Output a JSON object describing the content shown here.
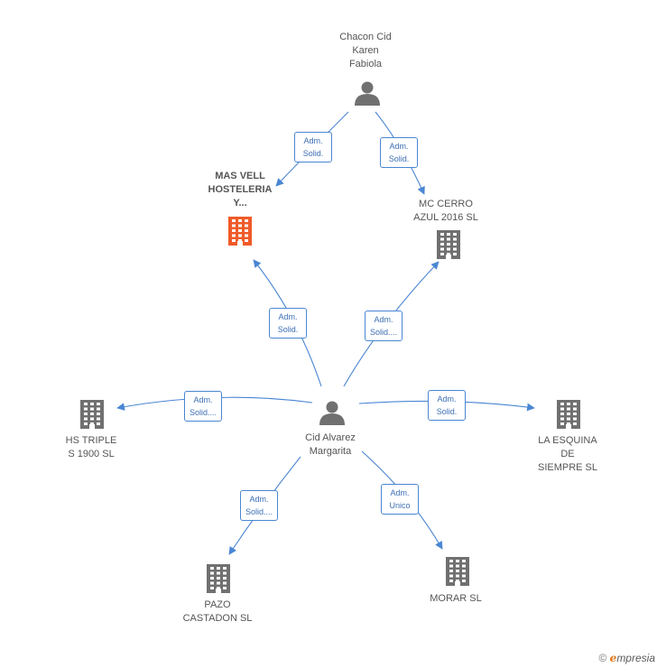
{
  "colors": {
    "edge": "#4a86d3",
    "person": "#707070",
    "company": "#707070",
    "highlight": "#f05a28"
  },
  "nodes": [
    {
      "id": "chacon",
      "type": "person",
      "label": "Chacon Cid\nKaren\nFabiola"
    },
    {
      "id": "masvell",
      "type": "company",
      "highlight": true,
      "label": "MAS VELL\nHOSTELERIA\nY..."
    },
    {
      "id": "mccerro",
      "type": "company",
      "label": "MC CERRO\nAZUL 2016  SL"
    },
    {
      "id": "cid",
      "type": "person",
      "label": "Cid Alvarez\nMargarita"
    },
    {
      "id": "hstriple",
      "type": "company",
      "label": "HS TRIPLE\nS 1900  SL"
    },
    {
      "id": "esquina",
      "type": "company",
      "label": "LA ESQUINA\nDE\nSIEMPRE  SL"
    },
    {
      "id": "pazo",
      "type": "company",
      "label": "PAZO\nCASTADON  SL"
    },
    {
      "id": "morar",
      "type": "company",
      "label": "MORAR  SL"
    }
  ],
  "edges": [
    {
      "from": "chacon",
      "to": "masvell",
      "label": "Adm.\nSolid."
    },
    {
      "from": "chacon",
      "to": "mccerro",
      "label": "Adm.\nSolid."
    },
    {
      "from": "cid",
      "to": "masvell",
      "label": "Adm.\nSolid."
    },
    {
      "from": "cid",
      "to": "mccerro",
      "label": "Adm.\nSolid...."
    },
    {
      "from": "cid",
      "to": "hstriple",
      "label": "Adm.\nSolid...."
    },
    {
      "from": "cid",
      "to": "esquina",
      "label": "Adm.\nSolid."
    },
    {
      "from": "cid",
      "to": "pazo",
      "label": "Adm.\nSolid...."
    },
    {
      "from": "cid",
      "to": "morar",
      "label": "Adm.\nUnico"
    }
  ],
  "footer": {
    "copyright": "©",
    "brand_initial": "e",
    "brand_rest": "mpresia"
  }
}
